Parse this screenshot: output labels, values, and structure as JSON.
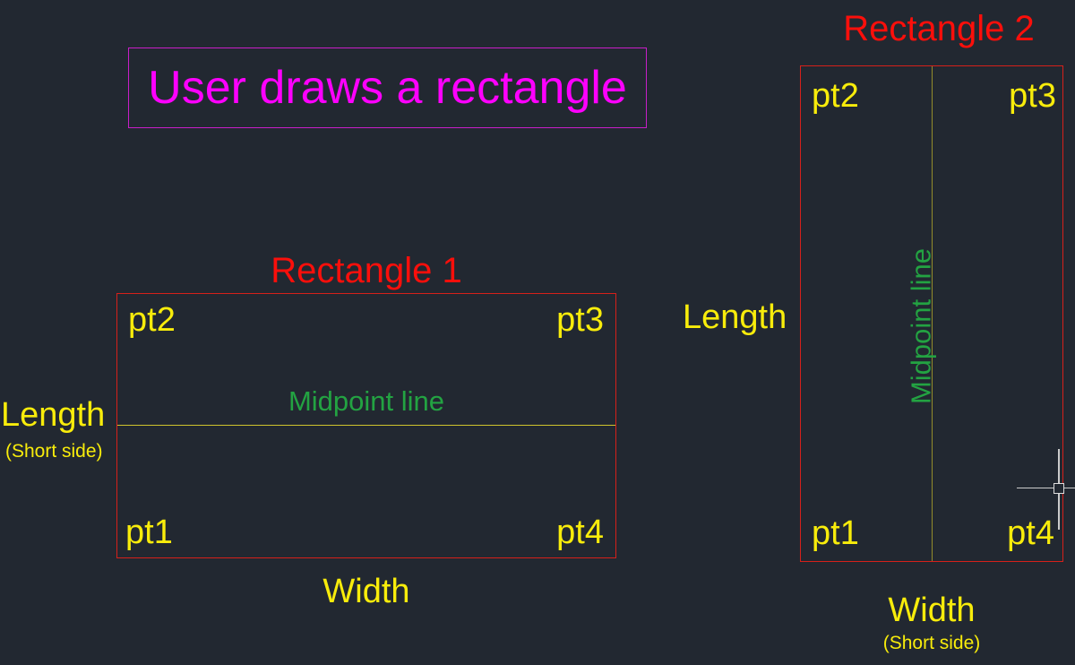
{
  "app": {
    "type": "cad-drawing-canvas",
    "cursor": "crosshair-with-pickbox"
  },
  "annotation": {
    "text": "User draws a rectangle"
  },
  "rectangle1": {
    "title": "Rectangle 1",
    "pt1": "pt1",
    "pt2": "pt2",
    "pt3": "pt3",
    "pt4": "pt4",
    "midpoint_label": "Midpoint line",
    "side_left_label": "Length",
    "side_left_sublabel": "(Short side)",
    "side_bottom_label": "Width"
  },
  "rectangle2": {
    "title": "Rectangle 2",
    "pt1": "pt1",
    "pt2": "pt2",
    "pt3": "pt3",
    "pt4": "pt4",
    "midpoint_label": "Midpoint line",
    "side_left_label": "Length",
    "side_bottom_label": "Width",
    "side_bottom_sublabel": "(Short side)"
  },
  "colors": {
    "background": "#222831",
    "rectangle_outline_red": "#d6201a",
    "title_red": "#fb0f0b",
    "label_yellow": "#f8ec0b",
    "midpoint_text_green": "#23a342",
    "midline_yellow_h": "#cfc42d",
    "midline_olive_v": "#938c2b",
    "annotation_magenta": "#fe00fe",
    "annotation_border_magenta": "#c81ec8",
    "crosshair_gray": "#cbcbcb"
  }
}
